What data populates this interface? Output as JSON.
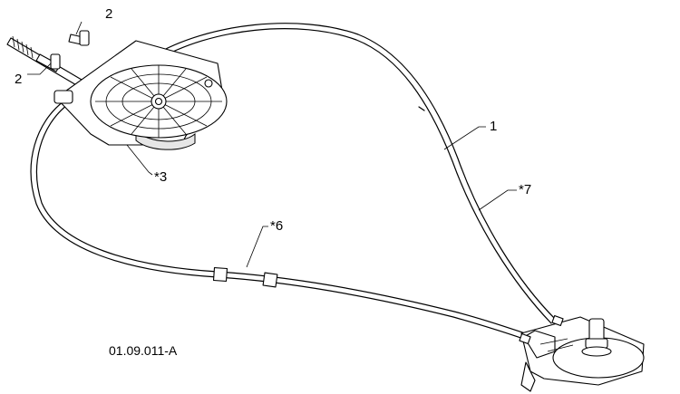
{
  "diagram": {
    "callouts": [
      {
        "id": "bolt-top",
        "label": "2"
      },
      {
        "id": "bolt-left",
        "label": "2"
      },
      {
        "id": "sheave",
        "label": "*3"
      },
      {
        "id": "cable-upper",
        "label": "1"
      },
      {
        "id": "cable-right",
        "label": "*7"
      },
      {
        "id": "cable-lower",
        "label": "*6"
      }
    ],
    "drawing_code": "01.09.011-A"
  }
}
